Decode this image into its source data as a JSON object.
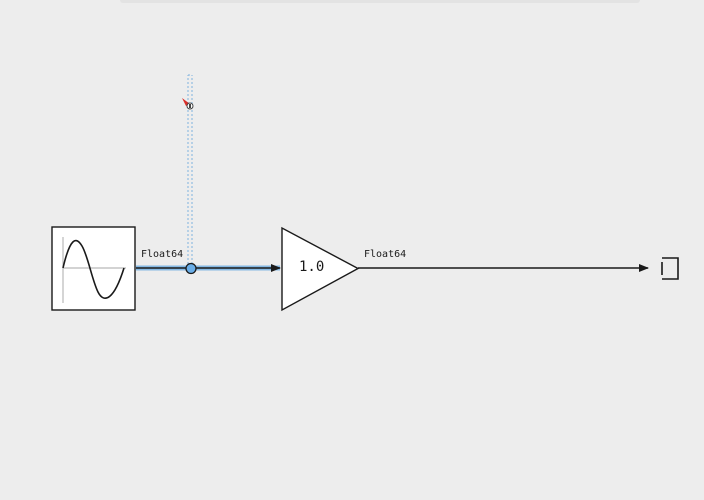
{
  "canvas": {
    "background": "#ededed"
  },
  "blocks": {
    "sine_source": {
      "icon": "sine-wave-icon"
    },
    "gain": {
      "value_label": "1.0"
    },
    "output_sink": {
      "icon": "bracket-sink-icon"
    }
  },
  "signals": {
    "sine_to_gain": {
      "type_label": "Float64",
      "selected": true
    },
    "gain_to_sink": {
      "type_label": "Float64",
      "selected": false
    }
  },
  "colors": {
    "line": "#1a1a1a",
    "selected_highlight": "#5aa3e0",
    "junction_fill": "#6aaee8",
    "drag_guide": "#7fb2e0",
    "cursor_accent": "#d9302a"
  }
}
